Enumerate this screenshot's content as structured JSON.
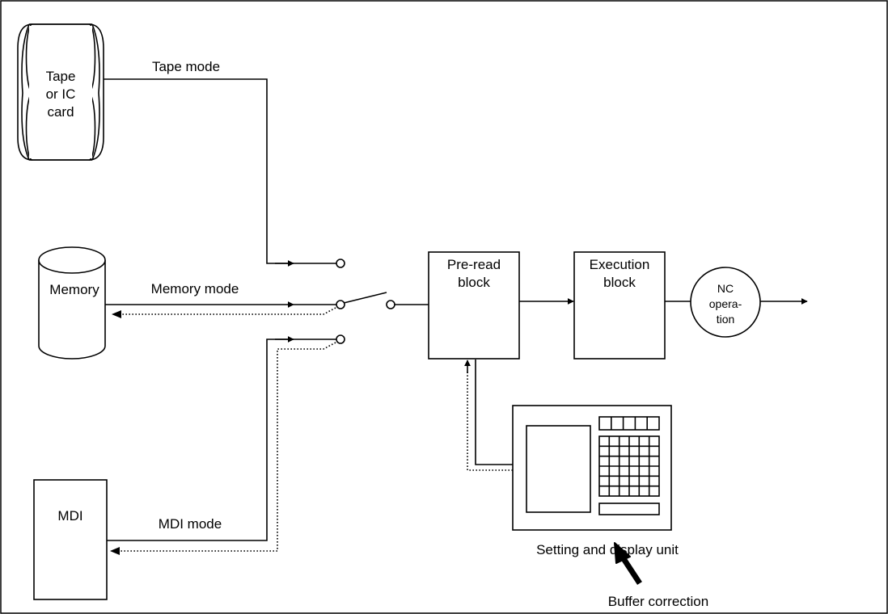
{
  "labels": {
    "tape_source": [
      "Tape",
      "or IC",
      "card"
    ],
    "tape_mode": "Tape mode",
    "memory": "Memory",
    "memory_mode": "Memory mode",
    "mdi": "MDI",
    "mdi_mode": "MDI mode",
    "preread_block": [
      "Pre-read",
      "block"
    ],
    "execution_block": [
      "Execution",
      "block"
    ],
    "nc_operation": [
      "NC",
      "opera-",
      "tion"
    ],
    "setting_display_unit": "Setting and display unit",
    "buffer_correction": "Buffer correction"
  }
}
